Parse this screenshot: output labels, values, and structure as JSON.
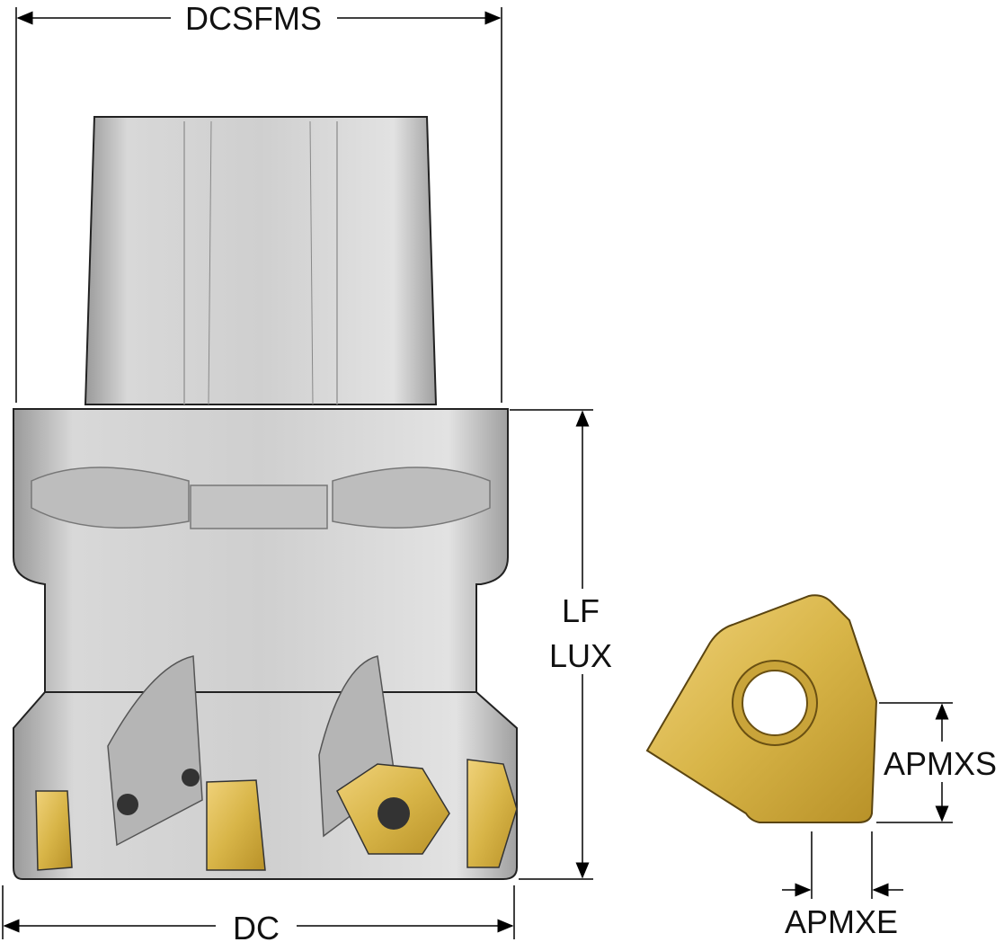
{
  "dimensions": {
    "dcsfms": "DCSFMS",
    "lf": "LF",
    "lux": "LUX",
    "dc": "DC",
    "apmxs": "APMXS",
    "apmxe": "APMXE"
  },
  "colors": {
    "body": "#c9c9c9",
    "insert": "#d9b64a",
    "line": "#000000"
  }
}
